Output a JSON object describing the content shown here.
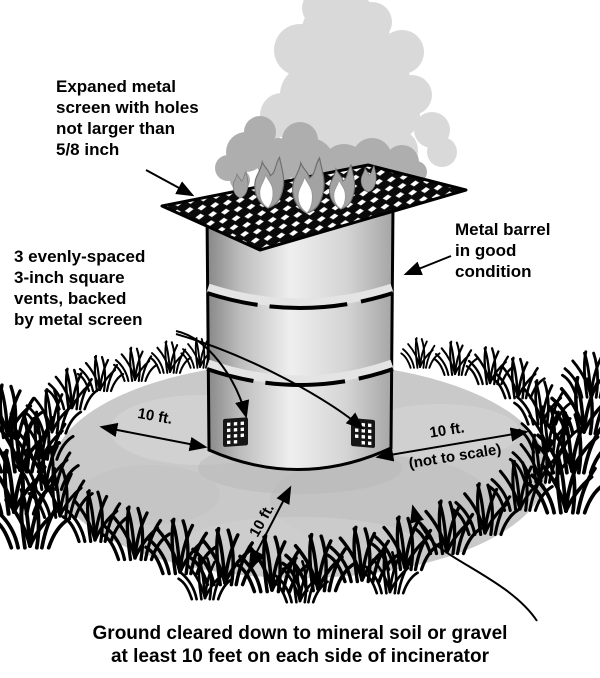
{
  "labels": {
    "screen": {
      "l1": "Expaned metal",
      "l2": "screen with holes",
      "l3": "not larger than",
      "l4": "5/8 inch"
    },
    "vents": {
      "l1": "3 evenly-spaced",
      "l2": "3-inch square",
      "l3": "vents, backed",
      "l4": "by metal screen"
    },
    "barrel": {
      "l1": "Metal barrel",
      "l2": "in good",
      "l3": "condition"
    },
    "distance_left": "10 ft.",
    "distance_right": "10 ft.",
    "distance_front": "10 ft.",
    "scale_note": "(not to scale)",
    "caption": {
      "l1": "Ground cleared down to mineral soil or gravel",
      "l2": "at least 10 feet on each side of incinerator"
    }
  },
  "colors": {
    "background": "#ffffff",
    "ink": "#000000",
    "ground": "#c9c9c9",
    "smoke_light": "#d9d9d9",
    "smoke_mid": "#aeaeae",
    "flame_outer": "#a3a3a3",
    "flame_inner": "#ffffff",
    "mesh": "#0a0a0a"
  }
}
